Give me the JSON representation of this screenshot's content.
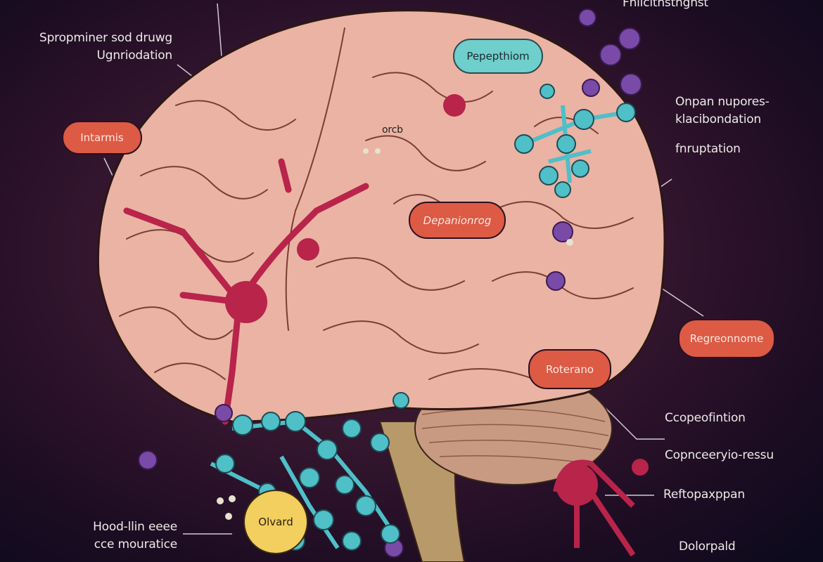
{
  "labels": {
    "top_right": "Fnlicitnstngnst",
    "top_left_line1": "Spropminer sod druwg",
    "top_left_line2": "Ugnriodation",
    "right_1_line1": "Onpan nupores-",
    "right_1_line2": "klacibondation",
    "right_2": "fnruptation",
    "brain_text": "orcb",
    "right_3": "Ccopeofintion",
    "right_4": "Copnceeryio-ressu",
    "right_5": "Reftopaxppan",
    "right_6": "Dolorpald",
    "bottom_left_line1": "Hood-llin eeee",
    "bottom_left_line2": "cce mouratice"
  },
  "pills": {
    "intarmis": "Intarmis",
    "pepepthiom": "Pepepthiom",
    "depanionrog": "Depanionrog",
    "regreonnome": "Regreonnome",
    "roterano": "Roterano",
    "olvard": "Olvard"
  },
  "colors": {
    "brain": "#eab3a4",
    "pill_red": "#dd5a44",
    "pill_teal": "#6fcfcc",
    "pill_yellow": "#f2cf5e",
    "molecule_teal": "#4fbfc8",
    "molecule_purple": "#7a4aa8",
    "neuron_red": "#b8244a"
  }
}
